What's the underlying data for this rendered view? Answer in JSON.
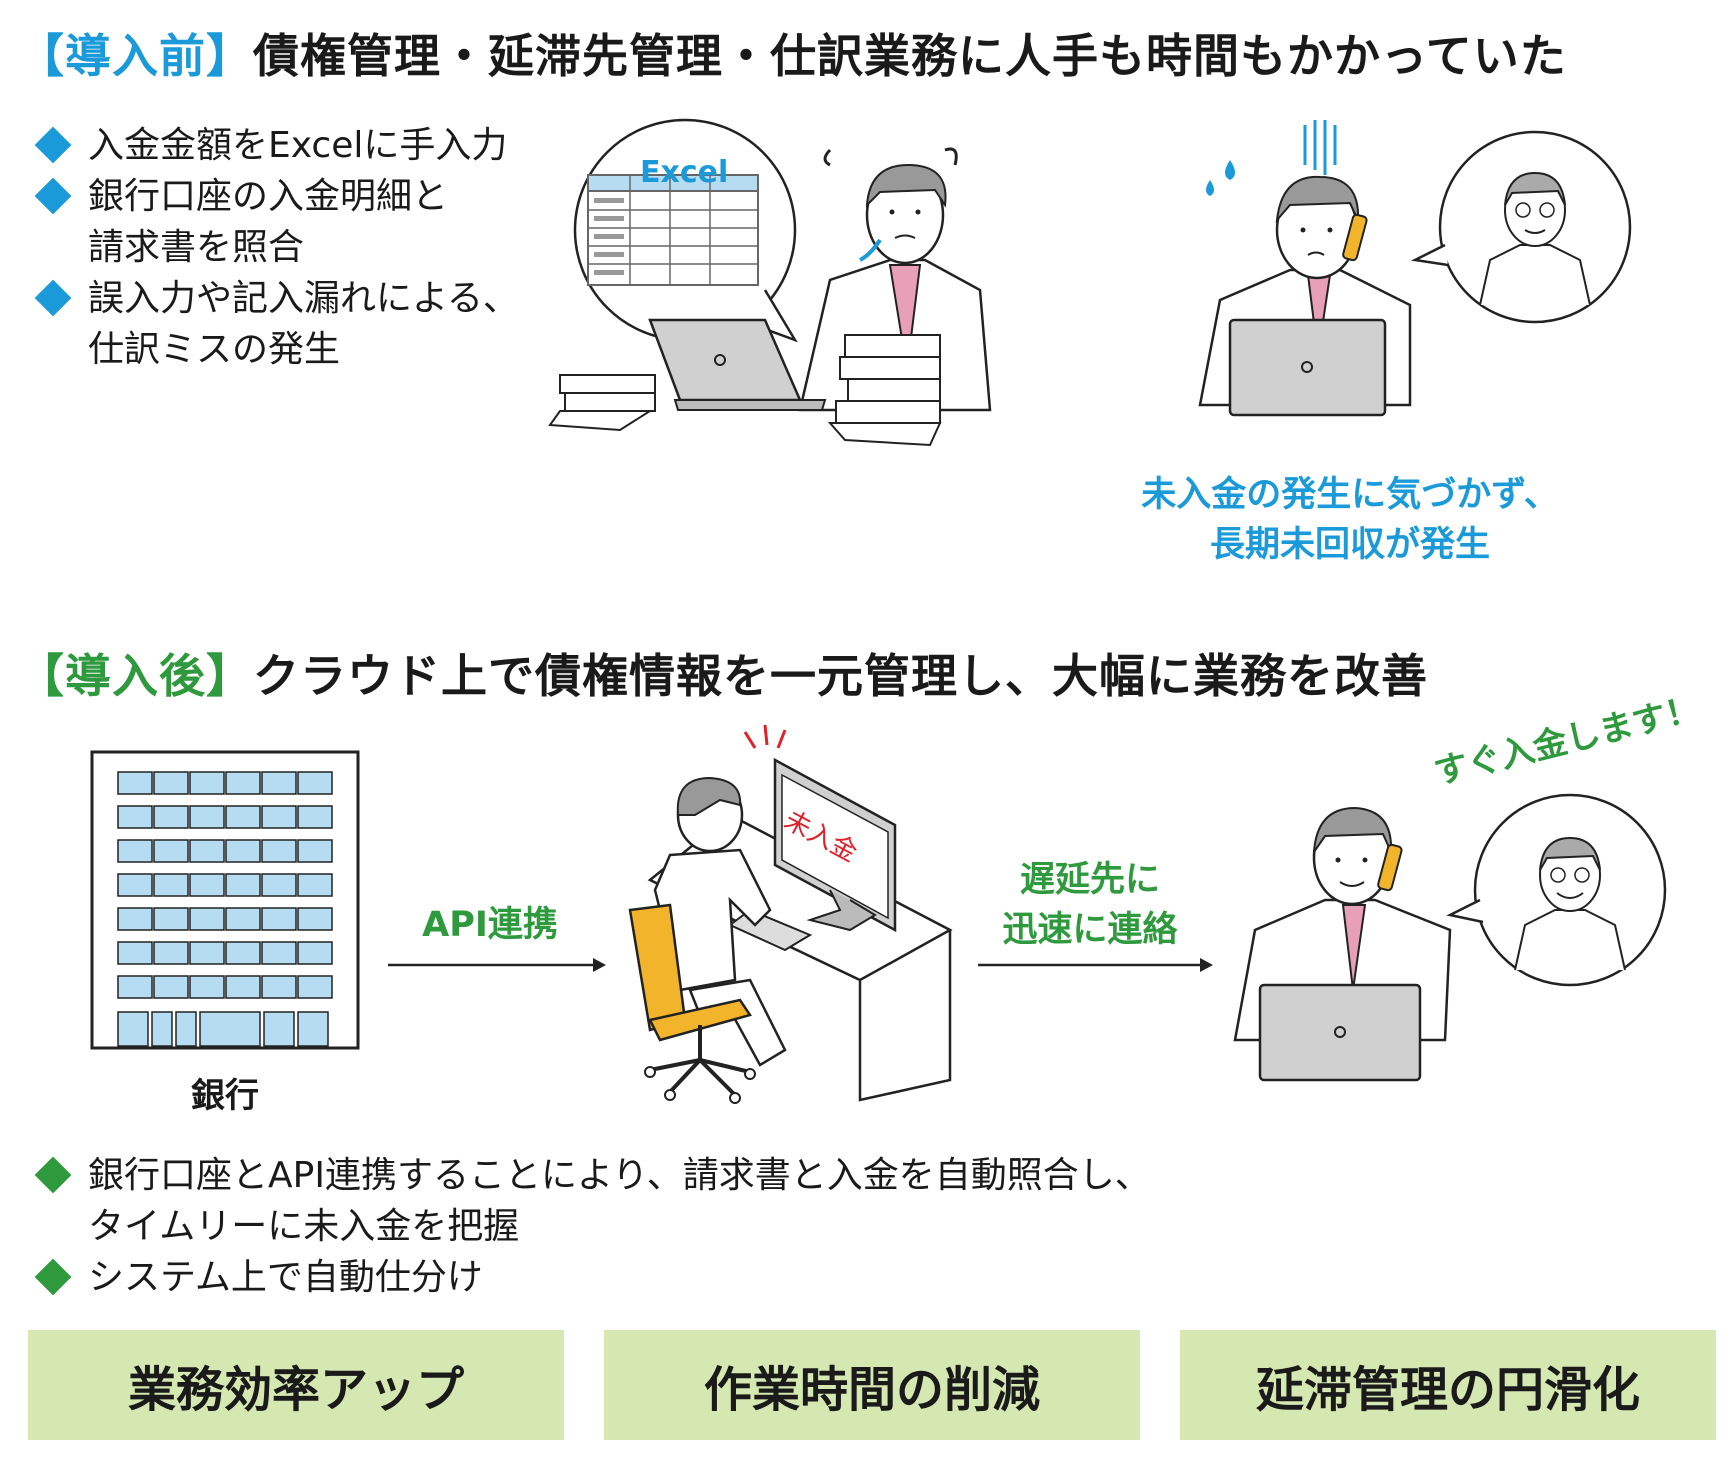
{
  "before": {
    "tag": "【導入前】",
    "title": "債権管理・延滞先管理・仕訳業務に人手も時間もかかっていた",
    "bullets": [
      [
        "入金金額をExcelに手入力"
      ],
      [
        "銀行口座の入金明細と",
        "請求書を照合"
      ],
      [
        "誤入力や記入漏れによる、",
        "仕訳ミスの発生"
      ]
    ],
    "excel_label": "Excel",
    "caption": [
      "未入金の発生に気づかず、",
      "長期未回収が発生"
    ]
  },
  "after": {
    "tag": "【導入後】",
    "title": "クラウド上で債権情報を一元管理し、大幅に業務を改善",
    "bank_label": "銀行",
    "api_label": "API連携",
    "monitor_text": "未入金",
    "contact_label": [
      "遅延先に",
      "迅速に連絡"
    ],
    "speech": "すぐ入金します！",
    "bullets": [
      [
        "銀行口座とAPI連携することにより、請求書と入金を自動照合し、",
        "タイムリーに未入金を把握"
      ],
      [
        "システム上で自動仕分け"
      ]
    ]
  },
  "benefits": [
    "業務効率アップ",
    "作業時間の削減",
    "延滞管理の円滑化"
  ],
  "colors": {
    "blue": "#1a9ad9",
    "green": "#2f9a3d",
    "benefit_bg": "#d6e8b2",
    "tie": "#e8a0b8",
    "chair": "#f2b42a",
    "window": "#b6dcf2",
    "red": "#e0202a"
  }
}
